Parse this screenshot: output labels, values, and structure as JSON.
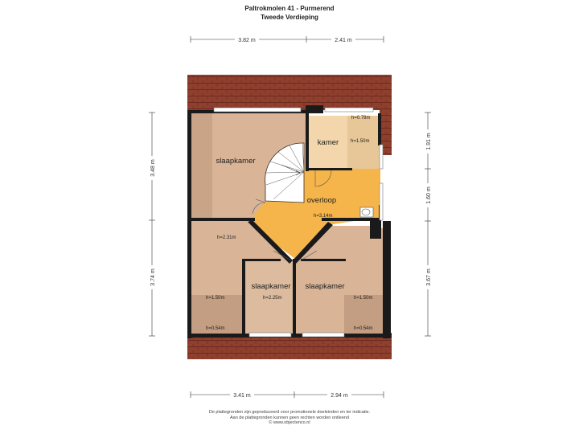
{
  "header": {
    "title": "Paltrokmolen 41 - Purmerend",
    "subtitle": "Tweede Verdieping"
  },
  "dimensions": {
    "top_left": "3.82 m",
    "top_right": "2.41 m",
    "bottom_left": "3.41 m",
    "bottom_right": "2.94 m",
    "left_top": "3.48 m",
    "left_bottom": "3.74 m",
    "right_top": "1.91 m",
    "right_middle": "1.60 m",
    "right_bottom": "3.67 m"
  },
  "rooms": {
    "slaapkamer_top": "slaapkamer",
    "kamer": "kamer",
    "overloop": "overloop",
    "slaapkamer_mid": "slaapkamer",
    "slaapkamer_right": "slaapkamer"
  },
  "heights": {
    "kamer_h078": "h=0.78m",
    "kamer_h150": "h=1.50m",
    "overloop_h314": "h=3.14m",
    "h231": "h=2.31m",
    "left_h150": "h=1.50m",
    "left_h054": "h=0.54m",
    "mid_h225": "h=2.25m",
    "right_h150": "h=1.50m",
    "right_h054": "h=0.54m"
  },
  "footer": {
    "line1": "De plattegronden zijn geproduceerd voor promotionele doeleinden en ter indicatie.",
    "line2": "Aan de plattegronden kunnen geen rechten worden ontleend",
    "line3": "© www.objectenco.nl"
  },
  "colors": {
    "roof": "#8b3a2a",
    "wall": "#1a1a1a",
    "bedroom": "#d9b497",
    "bedroom_low": "#c49e82",
    "kamer": "#f3d6ab",
    "kamer_low": "#e7c797",
    "overloop": "#f6b54a"
  }
}
